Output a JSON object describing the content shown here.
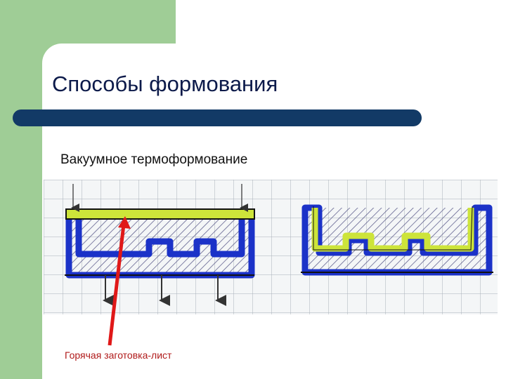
{
  "slide": {
    "title": "Способы формования",
    "subtitle": "Вакуумное термоформование",
    "caption": "Горячая заготовка-лист"
  },
  "colors": {
    "left_block": "#9fcd96",
    "title_bar": "#123a66",
    "mold": "#1b32c8",
    "sheet": "#cde43a",
    "arrow": "#e01818",
    "grid": "#a9b0b8"
  },
  "icons": {
    "vacuum_arrows": "arrow-down-icon",
    "pointer": "red-arrow-icon"
  }
}
